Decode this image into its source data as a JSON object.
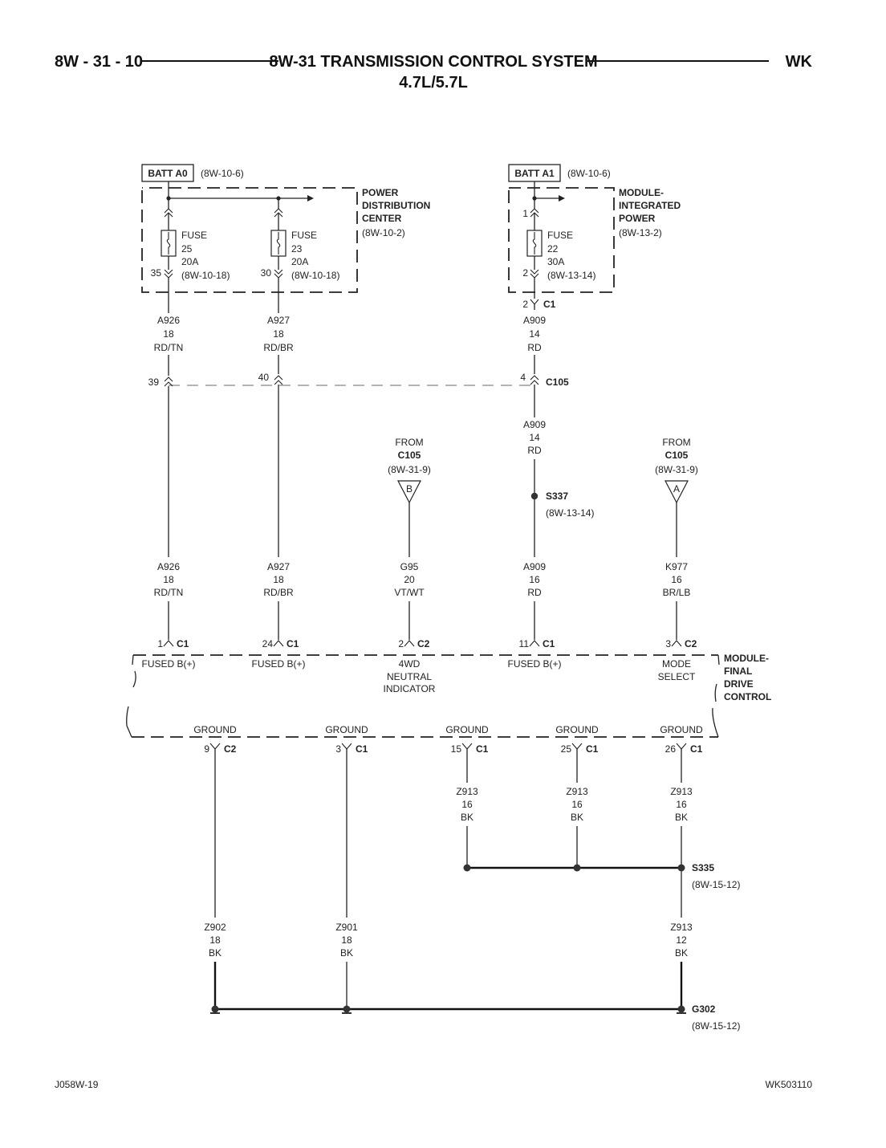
{
  "header": {
    "page_number": "8W - 31 - 10",
    "title": "8W-31 TRANSMISSION CONTROL SYSTEM",
    "subtitle": "4.7L/5.7L",
    "model": "WK"
  },
  "footer": {
    "left": "J058W-19",
    "right": "WK503110"
  },
  "pdc": {
    "batt_label": "BATT A0",
    "batt_ref": "(8W-10-6)",
    "name_lines": [
      "POWER",
      "DISTRIBUTION",
      "CENTER"
    ],
    "ref": "(8W-10-2)",
    "fuses": [
      {
        "label": "FUSE",
        "number": "25",
        "amps": "20A",
        "ref": "(8W-10-18)",
        "pin": "35"
      },
      {
        "label": "FUSE",
        "number": "23",
        "amps": "20A",
        "ref": "(8W-10-18)",
        "pin": "30"
      }
    ]
  },
  "mip": {
    "batt_label": "BATT A1",
    "batt_ref": "(8W-10-6)",
    "name_lines": [
      "MODULE-",
      "INTEGRATED",
      "POWER"
    ],
    "ref": "(8W-13-2)",
    "fuse": {
      "label": "FUSE",
      "number": "22",
      "amps": "30A",
      "ref": "(8W-13-14)",
      "in_pin": "1",
      "out_pin": "2"
    },
    "conn_pin": "2",
    "conn_name": "C1"
  },
  "wires_upper": [
    {
      "circuit": "A926",
      "gauge": "18",
      "color": "RD/TN"
    },
    {
      "circuit": "A927",
      "gauge": "18",
      "color": "RD/BR"
    },
    {
      "circuit": "A909",
      "gauge": "14",
      "color": "RD"
    }
  ],
  "c105": {
    "name": "C105",
    "pins": [
      "39",
      "40",
      "4"
    ]
  },
  "a909_mid": {
    "circuit": "A909",
    "gauge": "14",
    "color": "RD"
  },
  "from_refs": [
    {
      "from": "FROM",
      "conn": "C105",
      "ref": "(8W-31-9)",
      "letter": "B"
    },
    {
      "from": "FROM",
      "conn": "C105",
      "ref": "(8W-31-9)",
      "letter": "A"
    }
  ],
  "s337": {
    "name": "S337",
    "ref": "(8W-13-14)"
  },
  "wires_lower": [
    {
      "circuit": "A926",
      "gauge": "18",
      "color": "RD/TN"
    },
    {
      "circuit": "A927",
      "gauge": "18",
      "color": "RD/BR"
    },
    {
      "circuit": "G95",
      "gauge": "20",
      "color": "VT/WT"
    },
    {
      "circuit": "A909",
      "gauge": "16",
      "color": "RD"
    },
    {
      "circuit": "K977",
      "gauge": "16",
      "color": "BR/LB"
    }
  ],
  "module": {
    "name_lines": [
      "MODULE-",
      "FINAL",
      "DRIVE",
      "CONTROL"
    ],
    "inputs": [
      {
        "pin": "1",
        "conn": "C1",
        "lines": [
          "FUSED B(+)"
        ]
      },
      {
        "pin": "24",
        "conn": "C1",
        "lines": [
          "FUSED B(+)"
        ]
      },
      {
        "pin": "2",
        "conn": "C2",
        "lines": [
          "4WD",
          "NEUTRAL",
          "INDICATOR"
        ]
      },
      {
        "pin": "11",
        "conn": "C1",
        "lines": [
          "FUSED B(+)"
        ]
      },
      {
        "pin": "3",
        "conn": "C2",
        "lines": [
          "MODE",
          "SELECT"
        ]
      }
    ],
    "grounds": [
      {
        "label": "GROUND",
        "pin": "9",
        "conn": "C2"
      },
      {
        "label": "GROUND",
        "pin": "3",
        "conn": "C1"
      },
      {
        "label": "GROUND",
        "pin": "15",
        "conn": "C1"
      },
      {
        "label": "GROUND",
        "pin": "25",
        "conn": "C1"
      },
      {
        "label": "GROUND",
        "pin": "26",
        "conn": "C1"
      }
    ]
  },
  "ground_wires_upper": [
    {
      "circuit": "Z913",
      "gauge": "16",
      "color": "BK"
    },
    {
      "circuit": "Z913",
      "gauge": "16",
      "color": "BK"
    },
    {
      "circuit": "Z913",
      "gauge": "16",
      "color": "BK"
    }
  ],
  "s335": {
    "name": "S335",
    "ref": "(8W-15-12)"
  },
  "ground_wires_lower": [
    {
      "circuit": "Z902",
      "gauge": "18",
      "color": "BK"
    },
    {
      "circuit": "Z901",
      "gauge": "18",
      "color": "BK"
    },
    {
      "circuit": "Z913",
      "gauge": "12",
      "color": "BK"
    }
  ],
  "g302": {
    "name": "G302",
    "ref": "(8W-15-12)"
  }
}
